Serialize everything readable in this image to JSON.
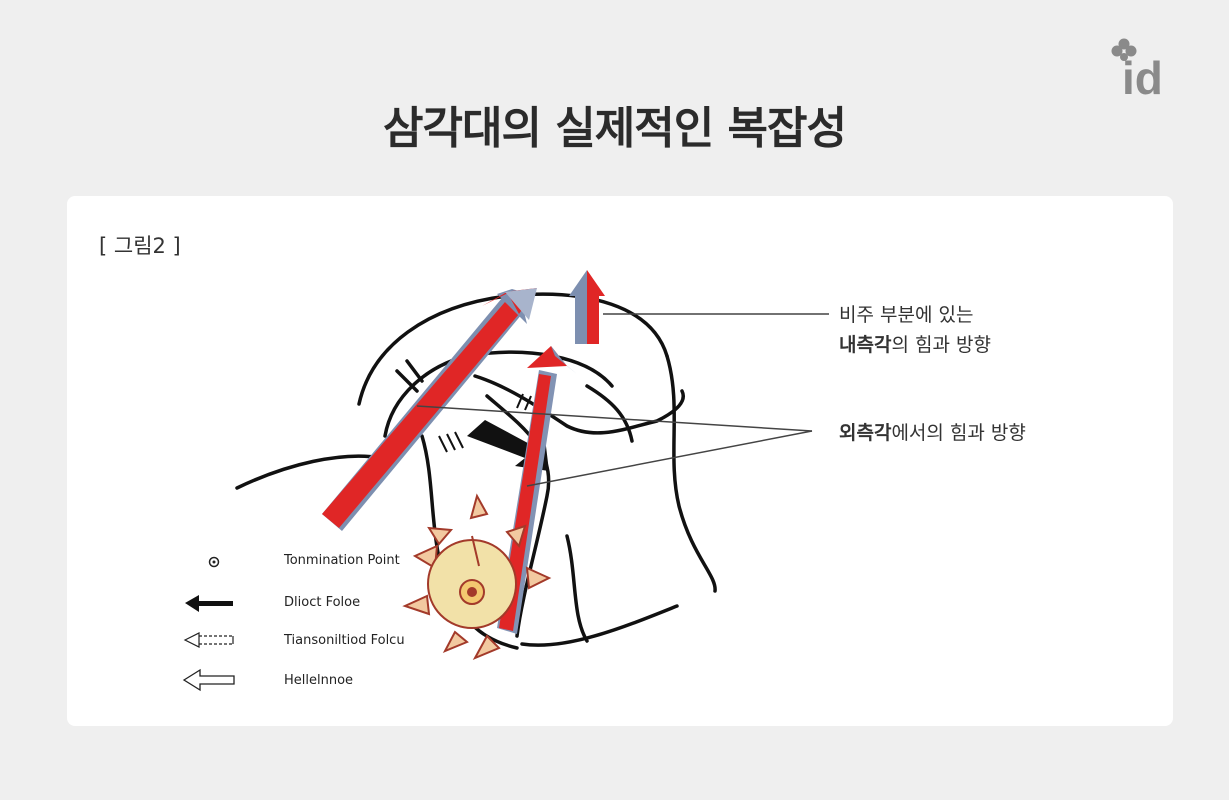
{
  "title": "삼각대의 실제적인 복잡성",
  "logo": {
    "text": "id",
    "icon": "flower-icon"
  },
  "figure": {
    "caption": "[ 그림2 ]",
    "callouts": [
      {
        "line1": "비주 부분에 있는",
        "bold": "내측각",
        "rest": "의 힘과 방향"
      },
      {
        "bold": "외측각",
        "rest": "에서의 힘과 방향"
      }
    ],
    "legend": [
      {
        "label": "Tonmination Point",
        "icon": "target-icon"
      },
      {
        "label": "Dlioct Foloe",
        "icon": "solid-arrow-icon"
      },
      {
        "label": "Tiansoniltiod Folcu",
        "icon": "dashed-arrow-icon"
      },
      {
        "label": "Hellelnnoe",
        "icon": "hollow-arrow-icon"
      }
    ],
    "colors": {
      "arrow_red": "#e02626",
      "arrow_side": "#7d8fb0",
      "sun": "#f2e1a8",
      "sun_spike": "#c7362e"
    }
  }
}
